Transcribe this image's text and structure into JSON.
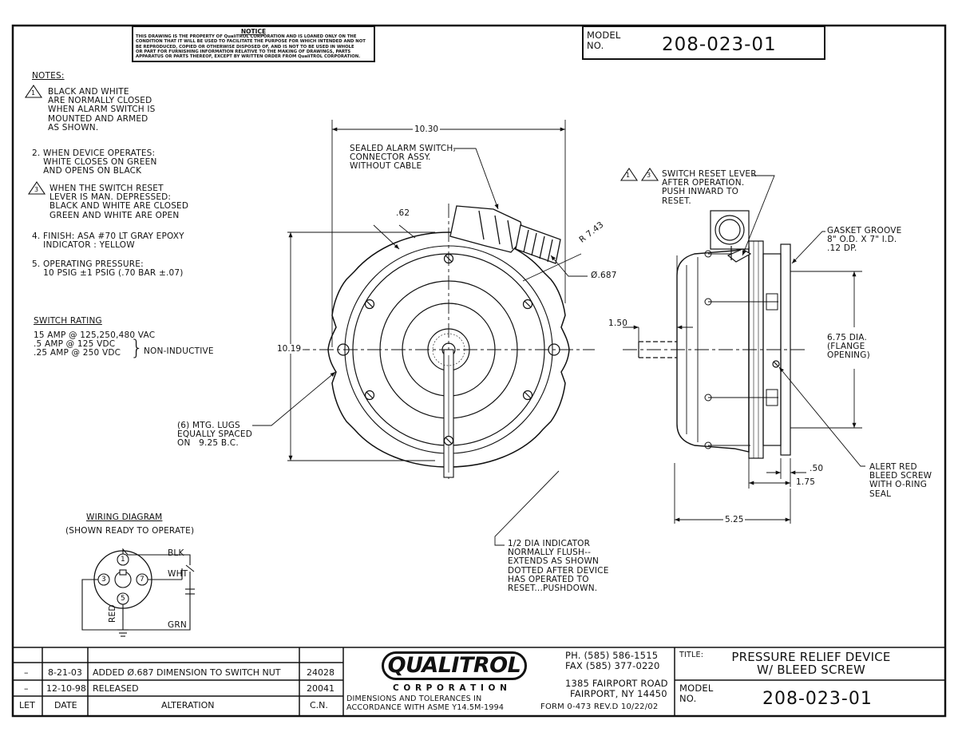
{
  "notice": {
    "title": "NOTICE",
    "body": "THIS DRAWING IS THE PROPERTY OF QualiTROL CORPORATION AND IS LOANED ONLY ON THE\nCONDITION THAT IT WILL BE USED TO FACILITATE THE PURPOSE FOR WHICH INTENDED AND NOT\nBE REPRODUCED, COPIED OR OTHERWISE DISPOSED OF, AND IS NOT TO BE USED IN WHOLE\nOR PART FOR FURNISHING INFORMATION RELATIVE TO THE MAKING OF DRAWINGS, PARTS\nAPPARATUS OR PARTS THEREOF, EXCEPT BY WRITTEN ORDER FROM QualiTROL CORPORATION."
  },
  "model_top": {
    "label": "MODEL\nNO.",
    "number": "208-023-01"
  },
  "notes": {
    "heading": "NOTES:",
    "note1_num": "1",
    "note1": "BLACK AND WHITE\nARE NORMALLY CLOSED\nWHEN ALARM SWITCH IS\nMOUNTED AND ARMED\nAS SHOWN.",
    "note2": "2. WHEN DEVICE OPERATES:\n    WHITE CLOSES ON GREEN\n    AND OPENS ON BLACK",
    "note3_num": "3",
    "note3": "WHEN THE SWITCH RESET\nLEVER IS MAN. DEPRESSED:\nBLACK AND WHITE ARE CLOSED\nGREEN AND WHITE ARE OPEN",
    "note4": "4. FINISH: ASA #70 LT GRAY EPOXY\n    INDICATOR : YELLOW",
    "note5": "5. OPERATING PRESSURE:\n    10 PSIG ±1 PSIG (.70 BAR ±.07)"
  },
  "switch_rating": {
    "heading": "SWITCH RATING",
    "lines": [
      "15 AMP @ 125,250,480 VAC",
      ".5 AMP @ 125 VDC",
      ".25 AMP @ 250 VDC"
    ],
    "non_inductive": "NON-INDUCTIVE"
  },
  "front_view": {
    "dim_width": "10.30",
    "dim_height": "10.19",
    "dim_lug": ".62",
    "dim_radius": "R 7.43",
    "dim_nut": "Ø.687",
    "sealed_switch": "SEALED ALARM SWITCH,\nCONNECTOR ASSY.\nWITHOUT CABLE",
    "mtg_lugs": "(6) MTG. LUGS\nEQUALLY SPACED\nON   9.25 B.C.",
    "indicator": "1/2 DIA INDICATOR\nNORMALLY FLUSH--\nEXTENDS AS SHOWN\nDOTTED AFTER DEVICE\nHAS OPERATED TO\nRESET...PUSHDOWN."
  },
  "side_view": {
    "note_nums": [
      "1",
      "3"
    ],
    "reset_lever": "SWITCH RESET LEVER\nAFTER OPERATION.\nPUSH INWARD TO\nRESET.",
    "gasket": "GASKET GROOVE\n8\" O.D. X 7\" I.D.\n.12 DP.",
    "dim_150": "1.50",
    "flange": "6.75 DIA.\n(FLANGE\nOPENING)",
    "dim_050": ".50",
    "dim_175": "1.75",
    "dim_525": "5.25",
    "alert": "ALERT RED\nBLEED SCREW\nWITH O-RING\nSEAL"
  },
  "wiring": {
    "title": "WIRING DIAGRAM",
    "subtitle": "(SHOWN READY TO OPERATE)",
    "pins": [
      "1",
      "3",
      "7",
      "5"
    ],
    "blk": "BLK",
    "wht": "WHT",
    "red": "RED",
    "grn": "GRN"
  },
  "revisions": {
    "rows": [
      {
        "let": "–",
        "date": "8-21-03",
        "alteration": "ADDED Ø.687 DIMENSION TO SWITCH NUT",
        "cn": "24028"
      },
      {
        "let": "–",
        "date": "12-10-98",
        "alteration": "RELEASED",
        "cn": "20041"
      }
    ],
    "headers": {
      "let": "LET",
      "date": "DATE",
      "alteration": "ALTERATION",
      "cn": "C.N."
    }
  },
  "company": {
    "logo": "QUALITROL",
    "corporation": "C O R P O R A T I O N",
    "tolerance": "DIMENSIONS AND TOLERANCES IN\nACCORDANCE WITH ASME Y14.5M-1994",
    "phone": "PH. (585) 586-1515",
    "fax": "FAX (585) 377-0220",
    "address1": "1385 FAIRPORT ROAD",
    "address2": "FAIRPORT, NY 14450",
    "form": "FORM 0-473 REV.D 10/22/02"
  },
  "title_block": {
    "title_label": "TITLE:",
    "title": "PRESSURE RELIEF DEVICE\nW/ BLEED SCREW",
    "model_label": "MODEL\nNO.",
    "model_number": "208-023-01"
  }
}
